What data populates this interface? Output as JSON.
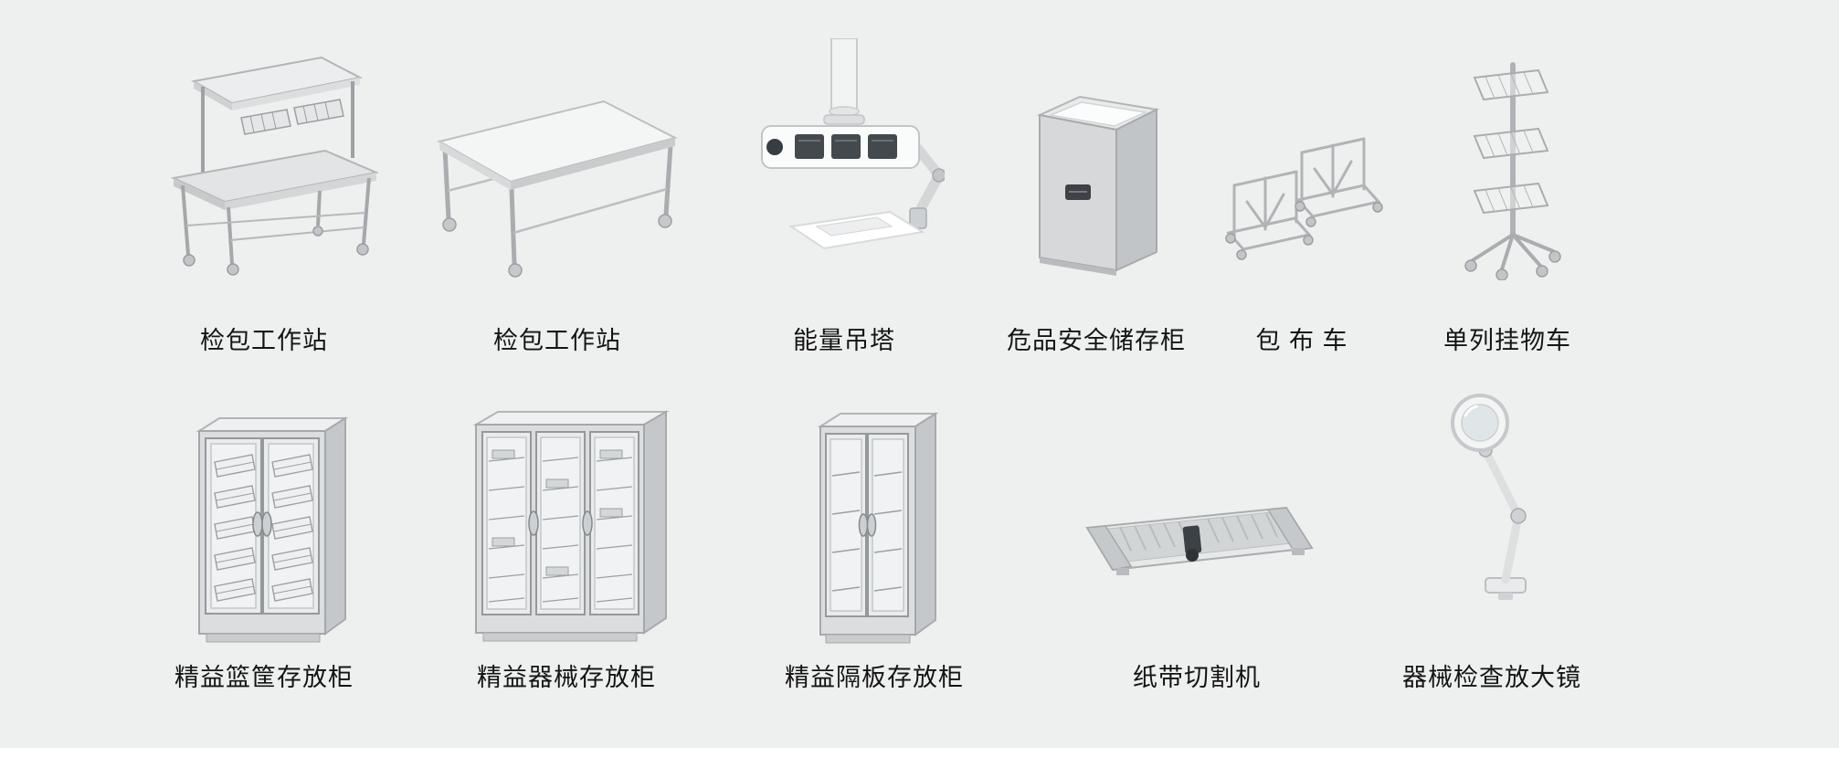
{
  "colors": {
    "background": "#eef0ef",
    "caption": "#141414",
    "footer_strip": "#ffffff"
  },
  "products": [
    {
      "id": "packing-workstation",
      "label": "检包工作站"
    },
    {
      "id": "packing-worktable",
      "label": "检包工作站"
    },
    {
      "id": "energy-pendant",
      "label": "能量吊塔"
    },
    {
      "id": "hazmat-safety-cabinet",
      "label": "危品安全储存柜"
    },
    {
      "id": "wrap-cloth-cart",
      "label": "包 布 车"
    },
    {
      "id": "single-column-hanging-cart",
      "label": "单列挂物车"
    },
    {
      "id": "lean-basket-storage-cabinet",
      "label": "精益篮筐存放柜"
    },
    {
      "id": "lean-instrument-storage-cabinet",
      "label": "精益器械存放柜"
    },
    {
      "id": "lean-divider-storage-cabinet",
      "label": "精益隔板存放柜"
    },
    {
      "id": "paper-tape-cutter",
      "label": "纸带切割机"
    },
    {
      "id": "instrument-inspection-magnifier",
      "label": "器械检查放大镜"
    }
  ]
}
